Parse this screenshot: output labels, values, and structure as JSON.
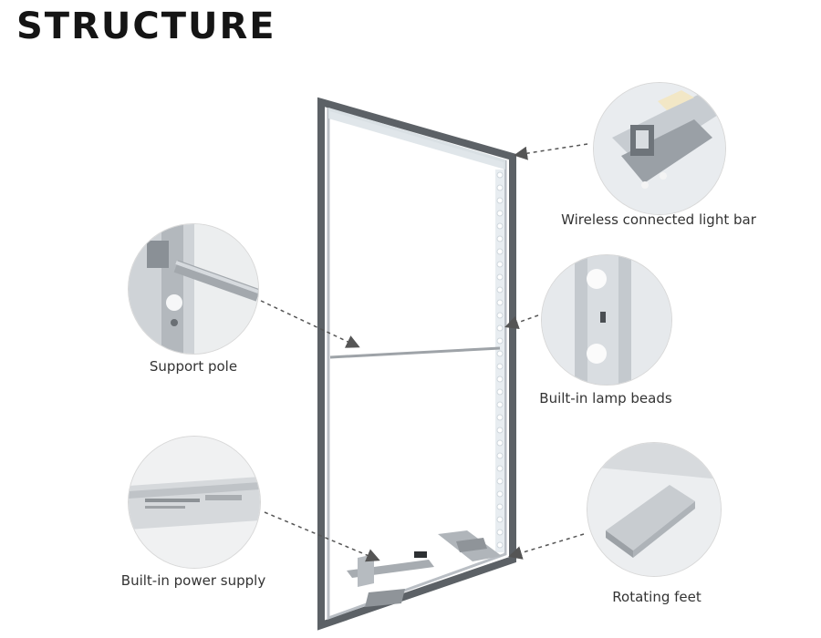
{
  "title": "STRUCTURE",
  "callouts": [
    {
      "label": "Wireless connected light bar",
      "icon": "light-bar-profile-icon"
    },
    {
      "label": "Support pole",
      "icon": "support-pole-icon"
    },
    {
      "label": "Built-in lamp beads",
      "icon": "lamp-beads-icon"
    },
    {
      "label": "Built-in power supply",
      "icon": "power-supply-icon"
    },
    {
      "label": "Rotating feet",
      "icon": "rotating-feet-icon"
    }
  ]
}
